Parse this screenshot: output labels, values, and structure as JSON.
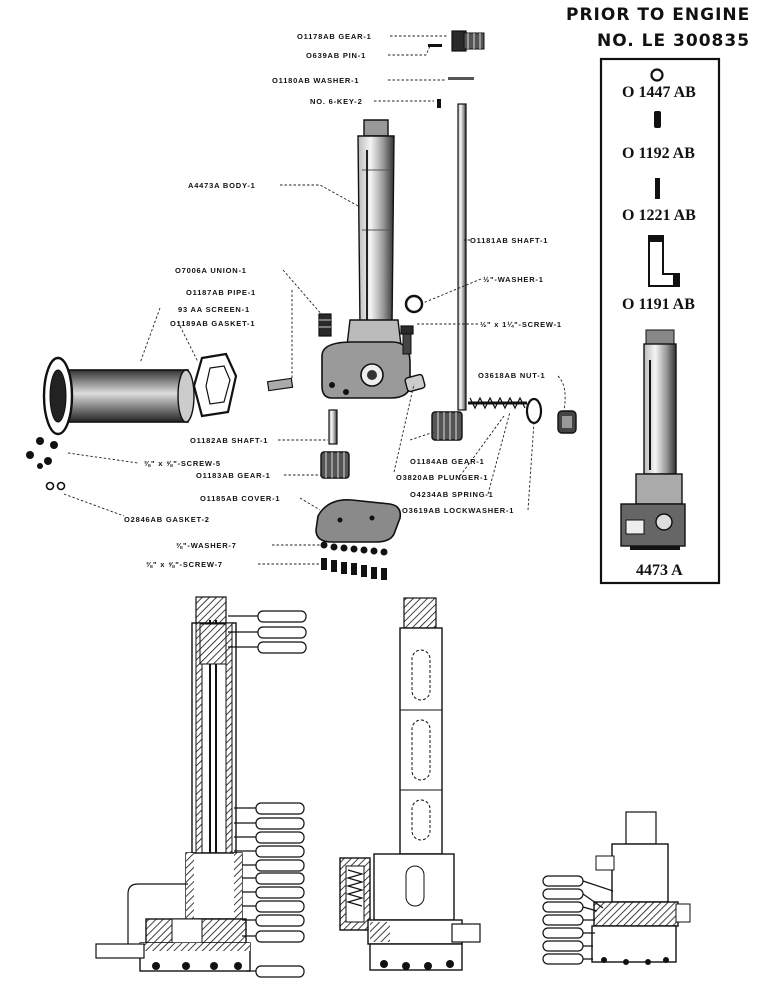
{
  "header": {
    "line1": "PRIOR TO ENGINE",
    "line2": "NO. LE 300835"
  },
  "inset_parts": [
    {
      "part_no": "O 1447 AB",
      "icon": "ring-icon"
    },
    {
      "part_no": "O 1192 AB",
      "icon": "pin-icon"
    },
    {
      "part_no": "O 1221 AB",
      "icon": "key-icon"
    },
    {
      "part_no": "O 1191 AB",
      "icon": "elbow-icon"
    },
    {
      "part_no": "4473 A",
      "icon": "pump-body-icon"
    }
  ],
  "callouts": {
    "gear_top": "O1178AB GEAR-1",
    "pin": "O639AB PIN-1",
    "washer_top": "O1180AB WASHER-1",
    "key": "NO. 6-KEY-2",
    "body": "A4473A BODY-1",
    "shaft_long": "O1181AB SHAFT-1",
    "union": "O7006A UNION-1",
    "washer_half": "½\"-WASHER-1",
    "pipe": "O1187AB PIPE-1",
    "screen": "93 AA SCREEN-1",
    "gasket_top": "O1189AB GASKET-1",
    "screw_half": "½\" x 1¼\"-SCREW-1",
    "nut": "O3618AB NUT-1",
    "shaft_small": "O1182AB SHAFT-1",
    "screw_5": "⅜\" x ⅝\"-SCREW-5",
    "gear_small": "O1183AB GEAR-1",
    "gear_mid": "O1184AB GEAR-1",
    "plunger": "O3820AB PLUNGER-1",
    "cover": "O1185AB COVER-1",
    "spring": "O4234AB SPRING-1",
    "lockwasher": "O3619AB LOCKWASHER-1",
    "gasket_bottom": "O2846AB GASKET-2",
    "washer_7": "⅜\"-WASHER-7",
    "screw_7": "⅜\" x ⅝\"-SCREW-7"
  }
}
